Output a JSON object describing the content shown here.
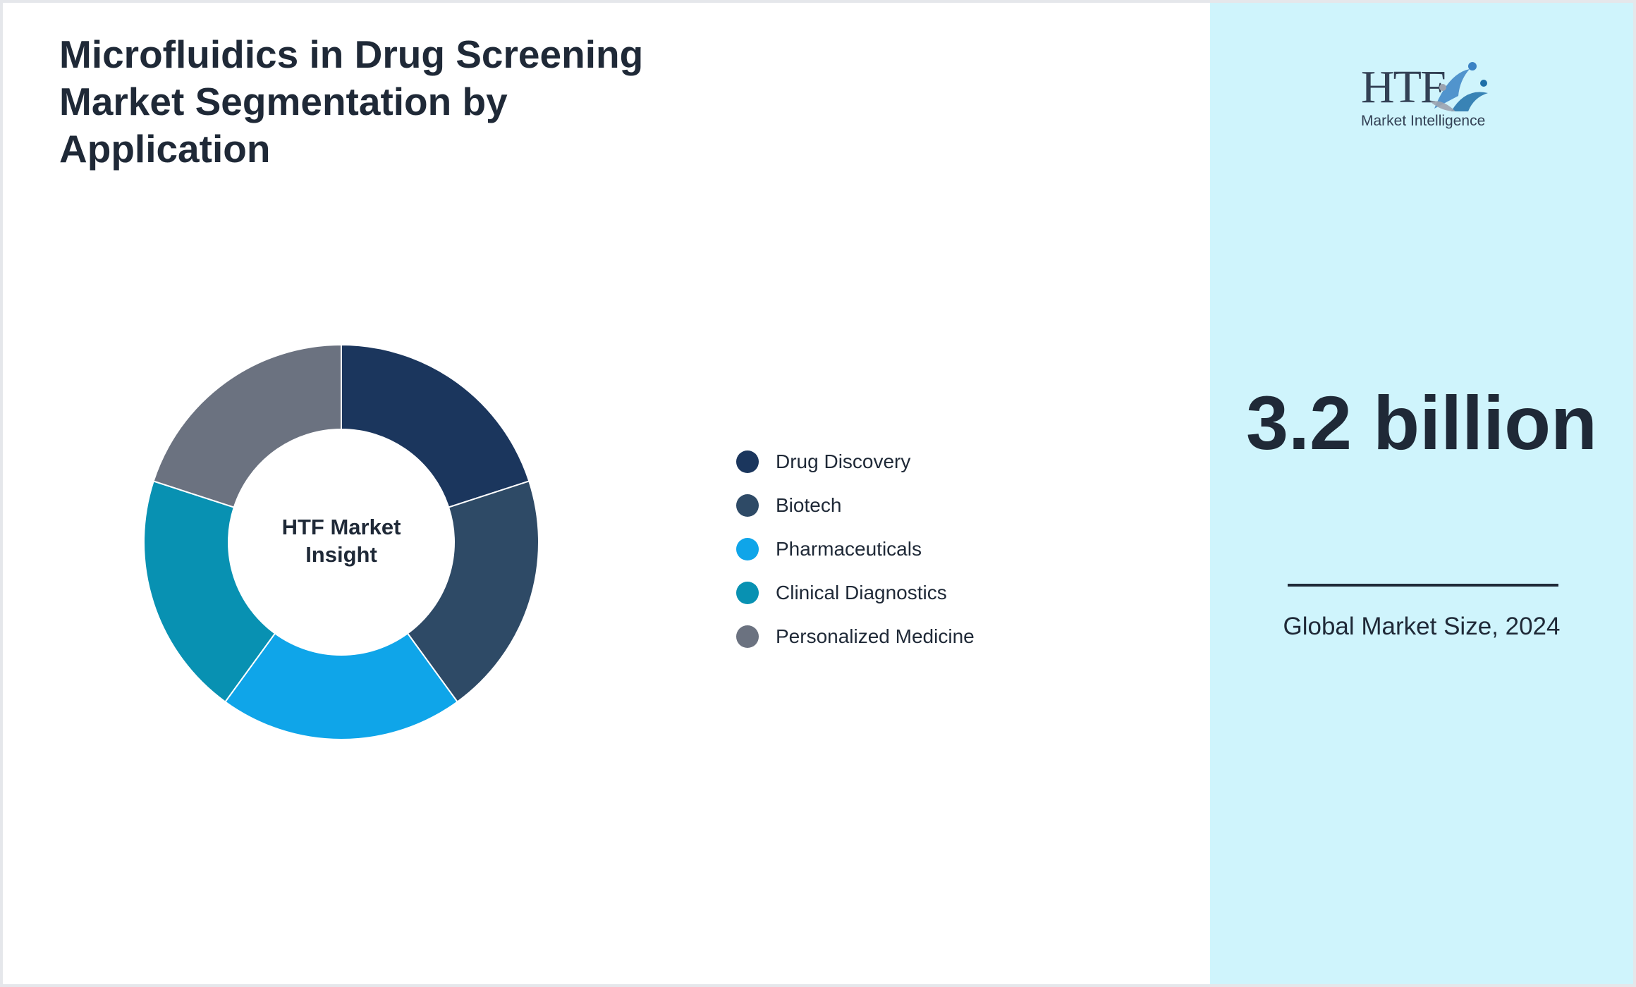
{
  "page": {
    "title": "Microfluidics in Drug Screening Market Segmentation by Application"
  },
  "chart_data": {
    "type": "pie",
    "variant": "donut",
    "center_text": "HTF Market Insight",
    "categories": [
      "Drug Discovery",
      "Biotech",
      "Pharmaceuticals",
      "Clinical Diagnostics",
      "Personalized Medicine"
    ],
    "values": [
      20,
      20,
      20,
      20,
      20
    ],
    "colors": [
      "#1b365d",
      "#2e4a66",
      "#0fa5e9",
      "#0891b2",
      "#6b7280"
    ],
    "legend_position": "right"
  },
  "logo": {
    "main": "HTF",
    "sub": "Market Intelligence"
  },
  "summary": {
    "value": "3.2 billion",
    "caption": "Global Market Size, 2024"
  },
  "colors": {
    "accent_panel": "#cff4fc",
    "text_dark": "#1f2937"
  }
}
